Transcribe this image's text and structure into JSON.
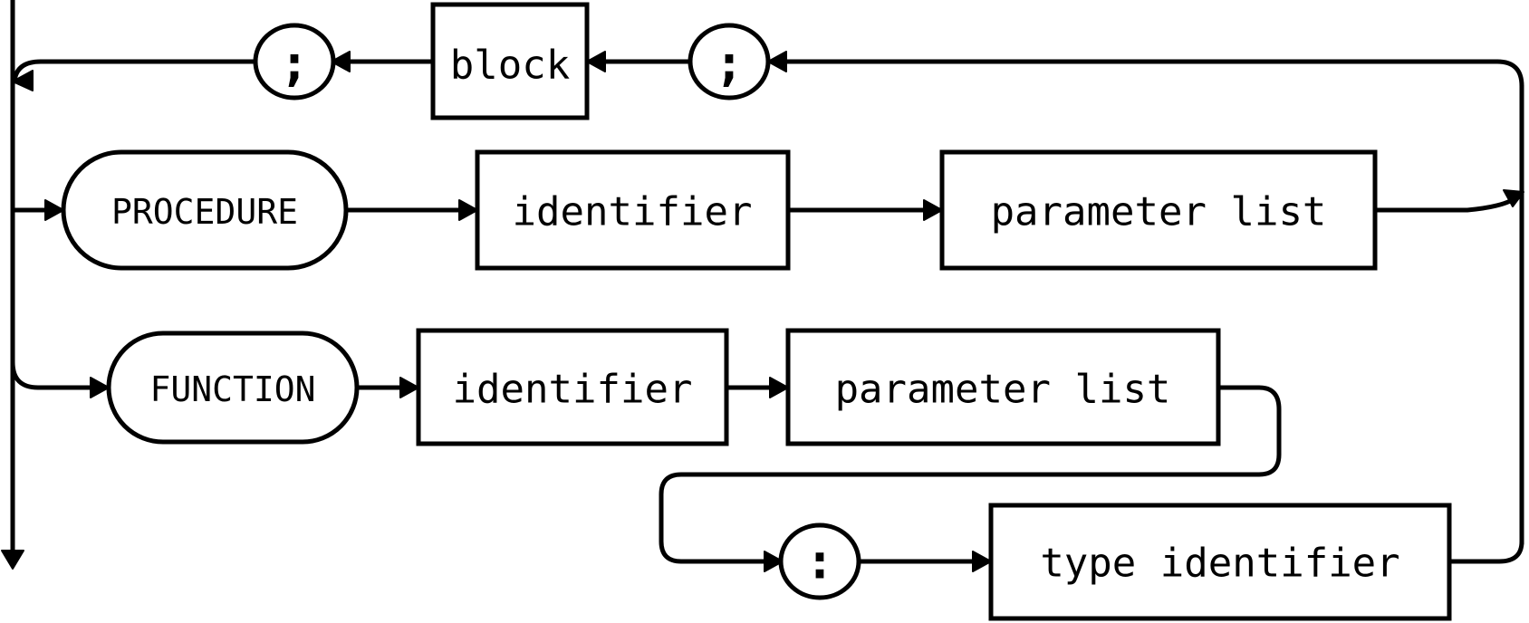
{
  "diagram": {
    "type": "syntax-diagram",
    "nodes": {
      "semicolon_left": ";",
      "block": "block",
      "semicolon_right": ";",
      "procedure_keyword": "PROCEDURE",
      "procedure_identifier": "identifier",
      "procedure_parameter_list": "parameter list",
      "function_keyword": "FUNCTION",
      "function_identifier": "identifier",
      "function_parameter_list": "parameter list",
      "colon": ":",
      "type_identifier": "type identifier"
    }
  }
}
